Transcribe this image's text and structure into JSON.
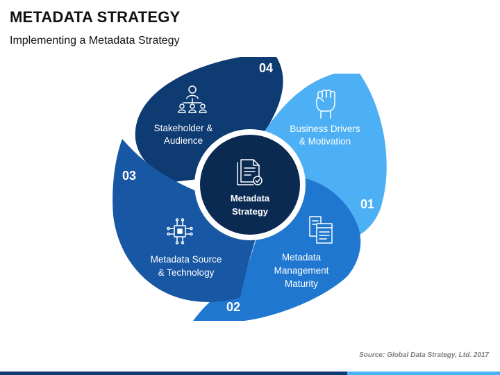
{
  "header": {
    "title": "METADATA STRATEGY",
    "subtitle": "Implementing a Metadata Strategy"
  },
  "center": {
    "line1": "Metadata",
    "line2": "Strategy",
    "icon": "document-check-icon"
  },
  "segments": [
    {
      "number": "01",
      "lines": [
        "Business Drivers",
        "& Motivation"
      ],
      "icon": "raised-fist-icon",
      "color": "#4db0f5"
    },
    {
      "number": "02",
      "lines": [
        "Metadata",
        "Management",
        "Maturity"
      ],
      "icon": "documents-icon",
      "color": "#1f77d0"
    },
    {
      "number": "03",
      "lines": [
        "Metadata Source",
        "& Technology"
      ],
      "icon": "circuit-chip-icon",
      "color": "#1857a4"
    },
    {
      "number": "04",
      "lines": [
        "Stakeholder &",
        "Audience"
      ],
      "icon": "people-network-icon",
      "color": "#0e3b72"
    }
  ],
  "colors": {
    "center_fill": "#0b2a52",
    "ring": "#ffffff",
    "bar_dark": "#0e3b72",
    "bar_light": "#4db0f5"
  },
  "footer": {
    "source": "Source: Global Data Strategy, Ltd. 2017"
  }
}
